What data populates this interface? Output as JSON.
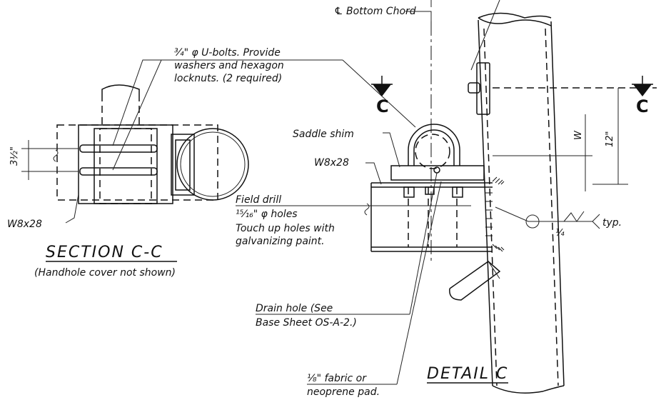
{
  "section_cc": {
    "title": "SECTION C-C",
    "subtitle": "(Handhole cover not shown)",
    "dim_label": "3½\"",
    "beam_label": "W8x28"
  },
  "detail_c": {
    "title": "DETAIL C",
    "chord_label": "℄ Bottom Chord",
    "ubolt_note": [
      "¾\" φ U-bolts. Provide",
      "washers and hexagon",
      "locknuts. (2 required)"
    ],
    "saddle_label": "Saddle shim",
    "beam_label": "W8x28",
    "field_drill_note": [
      "Field drill",
      "¹⁵⁄₁₆\" φ holes",
      "Touch up holes with",
      "galvanizing paint."
    ],
    "drain_note": [
      "Drain hole (See",
      "Base Sheet OS-A-2.)"
    ],
    "pad_note": [
      "⅛\" fabric or",
      "neoprene pad."
    ],
    "weld_size": "¼",
    "weld_note": "typ.",
    "dim_12": "12\"",
    "dim_w": "W",
    "section_mark_left": "C",
    "section_mark_right": "C"
  }
}
